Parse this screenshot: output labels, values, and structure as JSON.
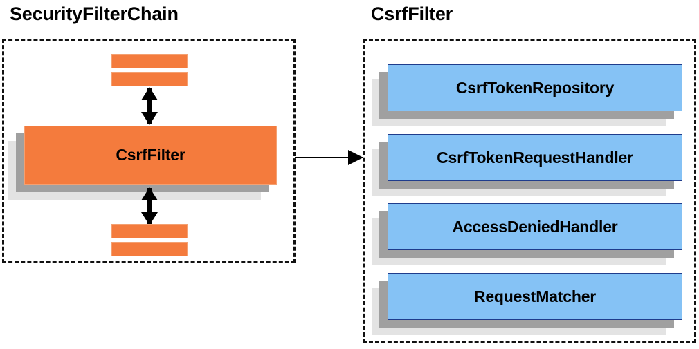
{
  "diagram": {
    "type": "component-relationship-diagram",
    "background_color": "#ffffff",
    "colors": {
      "filter_orange": "#F47B3D",
      "filter_orange_border": "#F4A071",
      "collaborator_blue": "#85C2F5",
      "collaborator_blue_border": "#1F3C8C",
      "shadow_near_gray": "#a0a0a0",
      "shadow_far_gray": "#e3e3e3",
      "panel_border": "#111111",
      "text": "#000000"
    }
  },
  "left_panel": {
    "title": "SecurityFilterChain",
    "border_style": "dashed",
    "filters_above": [
      {
        "label": ""
      },
      {
        "label": ""
      }
    ],
    "highlighted_filter": {
      "label": "CsrfFilter"
    },
    "filters_below": [
      {
        "label": ""
      },
      {
        "label": ""
      }
    ]
  },
  "right_panel": {
    "title": "CsrfFilter",
    "border_style": "dashed",
    "collaborators": [
      {
        "label": "CsrfTokenRepository"
      },
      {
        "label": "CsrfTokenRequestHandler"
      },
      {
        "label": "AccessDeniedHandler"
      },
      {
        "label": "RequestMatcher"
      }
    ]
  },
  "connectors": {
    "chain_up": {
      "name": "double-headed-vertical-arrow-up",
      "direction": "bidirectional"
    },
    "chain_down": {
      "name": "double-headed-vertical-arrow-down",
      "direction": "bidirectional"
    },
    "expand": {
      "name": "horizontal-arrow-right",
      "direction": "right"
    }
  }
}
